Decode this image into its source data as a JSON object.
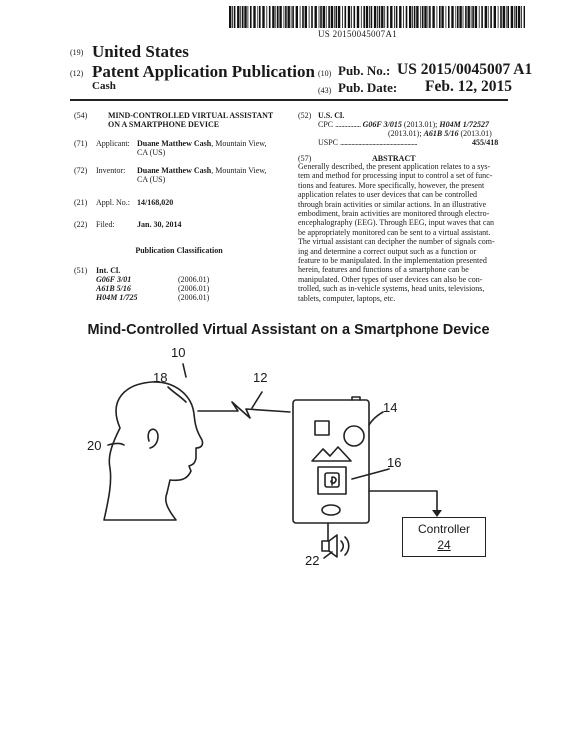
{
  "barcode_number": "US 20150045007A1",
  "header": {
    "tag19": "(19)",
    "country": "United States",
    "tag12": "(12)",
    "pub_type": "Patent Application Publication",
    "applicant_surname": "Cash",
    "tag10": "(10)",
    "pub_no_label": "Pub. No.:",
    "pub_no_value": "US 2015/0045007 A1",
    "tag43": "(43)",
    "pub_date_label": "Pub. Date:",
    "pub_date_value": "Feb. 12, 2015"
  },
  "left_col": {
    "f54_tag": "(54)",
    "title_line1": "MIND-CONTROLLED VIRTUAL ASSISTANT",
    "title_line2": "ON A SMARTPHONE DEVICE",
    "f71_tag": "(71)",
    "f71_label": "Applicant:",
    "f71_name": "Duane Matthew Cash",
    "f71_loc1": ", Mountain View,",
    "f71_loc2": "CA (US)",
    "f72_tag": "(72)",
    "f72_label": "Inventor:",
    "f72_name": "Duane Matthew Cash",
    "f72_loc1": ", Mountain View,",
    "f72_loc2": "CA (US)",
    "f21_tag": "(21)",
    "f21_label": "Appl. No.:",
    "f21_value": "14/168,020",
    "f22_tag": "(22)",
    "f22_label": "Filed:",
    "f22_value": "Jan. 30, 2014",
    "pub_class_heading": "Publication Classification",
    "f51_tag": "(51)",
    "f51_label": "Int. Cl.",
    "int_cl": [
      {
        "code": "G06F 3/01",
        "date": "(2006.01)"
      },
      {
        "code": "A61B 5/16",
        "date": "(2006.01)"
      },
      {
        "code": "H04M 1/725",
        "date": "(2006.01)"
      }
    ]
  },
  "right_col": {
    "f52_tag": "(52)",
    "f52_label": "U.S. Cl.",
    "cpc_label": "CPC",
    "cpc_dots": ".................",
    "cpc_line1_code": "G06F 3/015",
    "cpc_line1_date": " (2013.01); ",
    "cpc_line1_code2": "H04M 1/72527",
    "cpc_line2_date": "(2013.01); ",
    "cpc_line2_code": "A61B 5/16",
    "cpc_line2_date2": " (2013.01)",
    "uspc_label": "USPC",
    "uspc_dots": ".......................................................",
    "uspc_value": "455/418",
    "f57_tag": "(57)",
    "abstract_heading": "ABSTRACT",
    "abstract_lines": [
      "Generally described, the present application relates to a sys-",
      "tem and method for processing input to control a set of func-",
      "tions and features. More specifically, however, the present",
      "application relates to user devices that can be controlled",
      "through brain activities or similar actions. In an illustrative",
      "embodiment, brain activities are monitored through electro-",
      "encephalography (EEG). Through EEG, input waves that can",
      "be appropriately monitored can be sent to a virtual assistant.",
      "The virtual assistant can decipher the number of signals com-",
      "ing and determine a correct output such as a function or",
      "feature to be manipulated. In the implementation presented",
      "herein, features and functions of a smartphone can be",
      "manipulated. Other types of user devices can also be con-",
      "trolled, such as in-vehicle systems, head units, televisions,",
      "tablets, computer, laptops, etc."
    ]
  },
  "figure": {
    "title": "Mind-Controlled Virtual Assistant on a Smartphone Device",
    "ref_10": "10",
    "ref_18": "18",
    "ref_12": "12",
    "ref_14": "14",
    "ref_20": "20",
    "ref_16": "16",
    "ref_22": "22",
    "controller_label": "Controller",
    "controller_num": "24"
  }
}
